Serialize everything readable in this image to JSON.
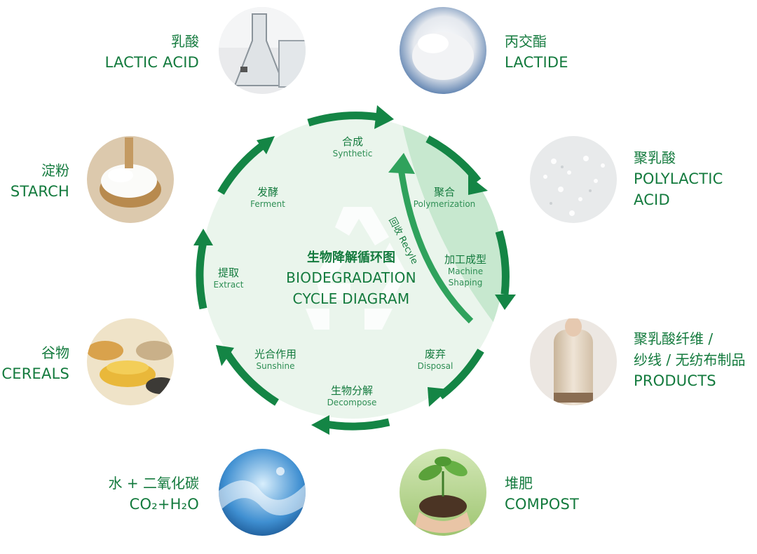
{
  "center": {
    "title_cn": "生物降解循环图",
    "title_en_1": "BIODEGRADATION",
    "title_en_2": "CYCLE DIAGRAM"
  },
  "steps": {
    "synthetic": {
      "cn": "合成",
      "en": "Synthetic"
    },
    "ferment": {
      "cn": "发酵",
      "en": "Ferment"
    },
    "polymerization": {
      "cn": "聚合",
      "en": "Polymerization"
    },
    "machine_shaping": {
      "cn": "加工成型",
      "en_1": "Machine",
      "en_2": "Shaping"
    },
    "extract": {
      "cn": "提取",
      "en": "Extract"
    },
    "sunshine": {
      "cn": "光合作用",
      "en": "Sunshine"
    },
    "disposal": {
      "cn": "废弃",
      "en": "Disposal"
    },
    "decompose": {
      "cn": "生物分解",
      "en": "Decompose"
    },
    "recycle": "回收 Recyle"
  },
  "items": {
    "lactic_acid": {
      "cn": "乳酸",
      "en": "LACTIC ACID",
      "icon": "flask-photo"
    },
    "lactide": {
      "cn": "丙交酯",
      "en": "LACTIDE",
      "icon": "white-powder-photo"
    },
    "starch": {
      "cn": "淀粉",
      "en": "STARCH",
      "icon": "starch-spoon-photo"
    },
    "pla": {
      "cn": "聚乳酸",
      "en_1": "POLYLACTIC",
      "en_2": "ACID",
      "icon": "pla-granules-photo"
    },
    "cereals": {
      "cn": "谷物",
      "en": "CEREALS",
      "icon": "grain-bowls-photo"
    },
    "products": {
      "cn_1": "聚乳酸纤维 /",
      "cn_2": "纱线 / 无纺布制品",
      "en": "PRODUCTS",
      "icon": "garment-photo"
    },
    "water_co2": {
      "cn": "水 + 二氧化碳",
      "en": "CO₂+H₂O",
      "icon": "water-splash-photo"
    },
    "compost": {
      "cn": "堆肥",
      "en": "COMPOST",
      "icon": "seedling-photo"
    }
  },
  "colors": {
    "primary": "#137a3d",
    "arrow": "#148545",
    "light_fill": "#eaf5ec",
    "sector": "#c7e8cf"
  }
}
